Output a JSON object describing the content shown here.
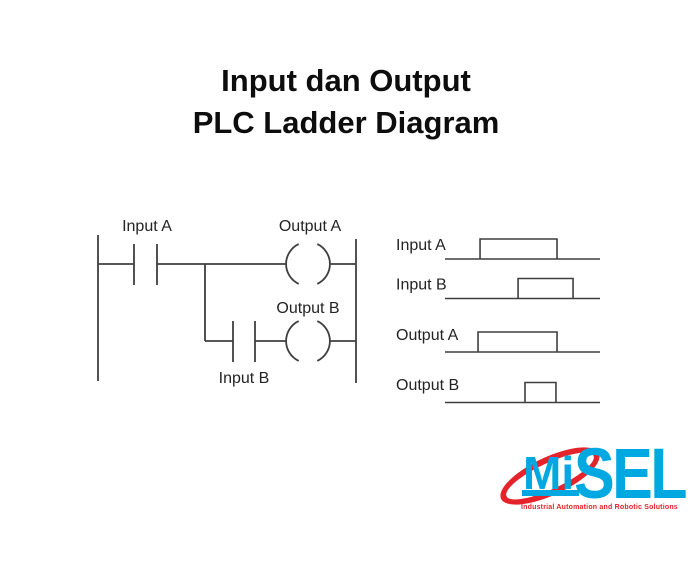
{
  "title": {
    "line1": "Input dan Output",
    "line2": "PLC Ladder Diagram"
  },
  "ladder": {
    "input_a_label": "Input A",
    "output_a_label": "Output A",
    "input_b_label": "Input B",
    "output_b_label": "Output B"
  },
  "timing": {
    "rows": [
      {
        "label": "Input A",
        "high": [
          0.221,
          0.721
        ]
      },
      {
        "label": "Input B",
        "high": [
          0.468,
          0.825
        ]
      },
      {
        "label": "Output A",
        "high": [
          0.208,
          0.721
        ]
      },
      {
        "label": "Output B",
        "high": [
          0.513,
          0.714
        ]
      }
    ]
  },
  "logo": {
    "brand_mi": "Mi",
    "brand_sel": "SEL",
    "tagline": "Industrial Automation and Robotic Solutions",
    "colors": {
      "blue": "#00a8e1",
      "red": "#e5232b"
    }
  },
  "colors": {
    "diagram_line": "#3f3f3f",
    "title_text": "#0d0d0d"
  }
}
